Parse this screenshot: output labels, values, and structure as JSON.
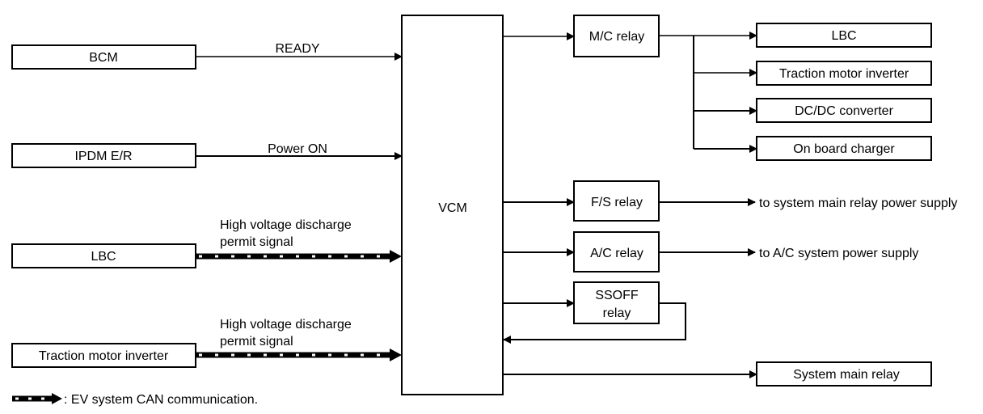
{
  "inputs": {
    "bcm": {
      "label": "BCM",
      "signal": "READY"
    },
    "ipdm": {
      "label": "IPDM E/R",
      "signal": "Power ON"
    },
    "lbc": {
      "label": "LBC",
      "signal_line1": "High voltage discharge",
      "signal_line2": "permit signal"
    },
    "inverter": {
      "label": "Traction motor inverter",
      "signal_line1": "High voltage discharge",
      "signal_line2": "permit signal"
    }
  },
  "center": {
    "label": "VCM"
  },
  "relays": {
    "mc": {
      "label": "M/C relay"
    },
    "fs": {
      "label": "F/S relay",
      "output": "to system main relay power supply"
    },
    "ac": {
      "label": "A/C relay",
      "output": "to A/C system power supply"
    },
    "ssoff": {
      "label_line1": "SSOFF",
      "label_line2": "relay"
    }
  },
  "mc_outputs": [
    {
      "label": "LBC"
    },
    {
      "label": "Traction motor inverter"
    },
    {
      "label": "DC/DC converter"
    },
    {
      "label": "On board charger"
    }
  ],
  "system_main_relay": {
    "label": "System main relay"
  },
  "legend": {
    "text": ": EV system CAN communication."
  }
}
